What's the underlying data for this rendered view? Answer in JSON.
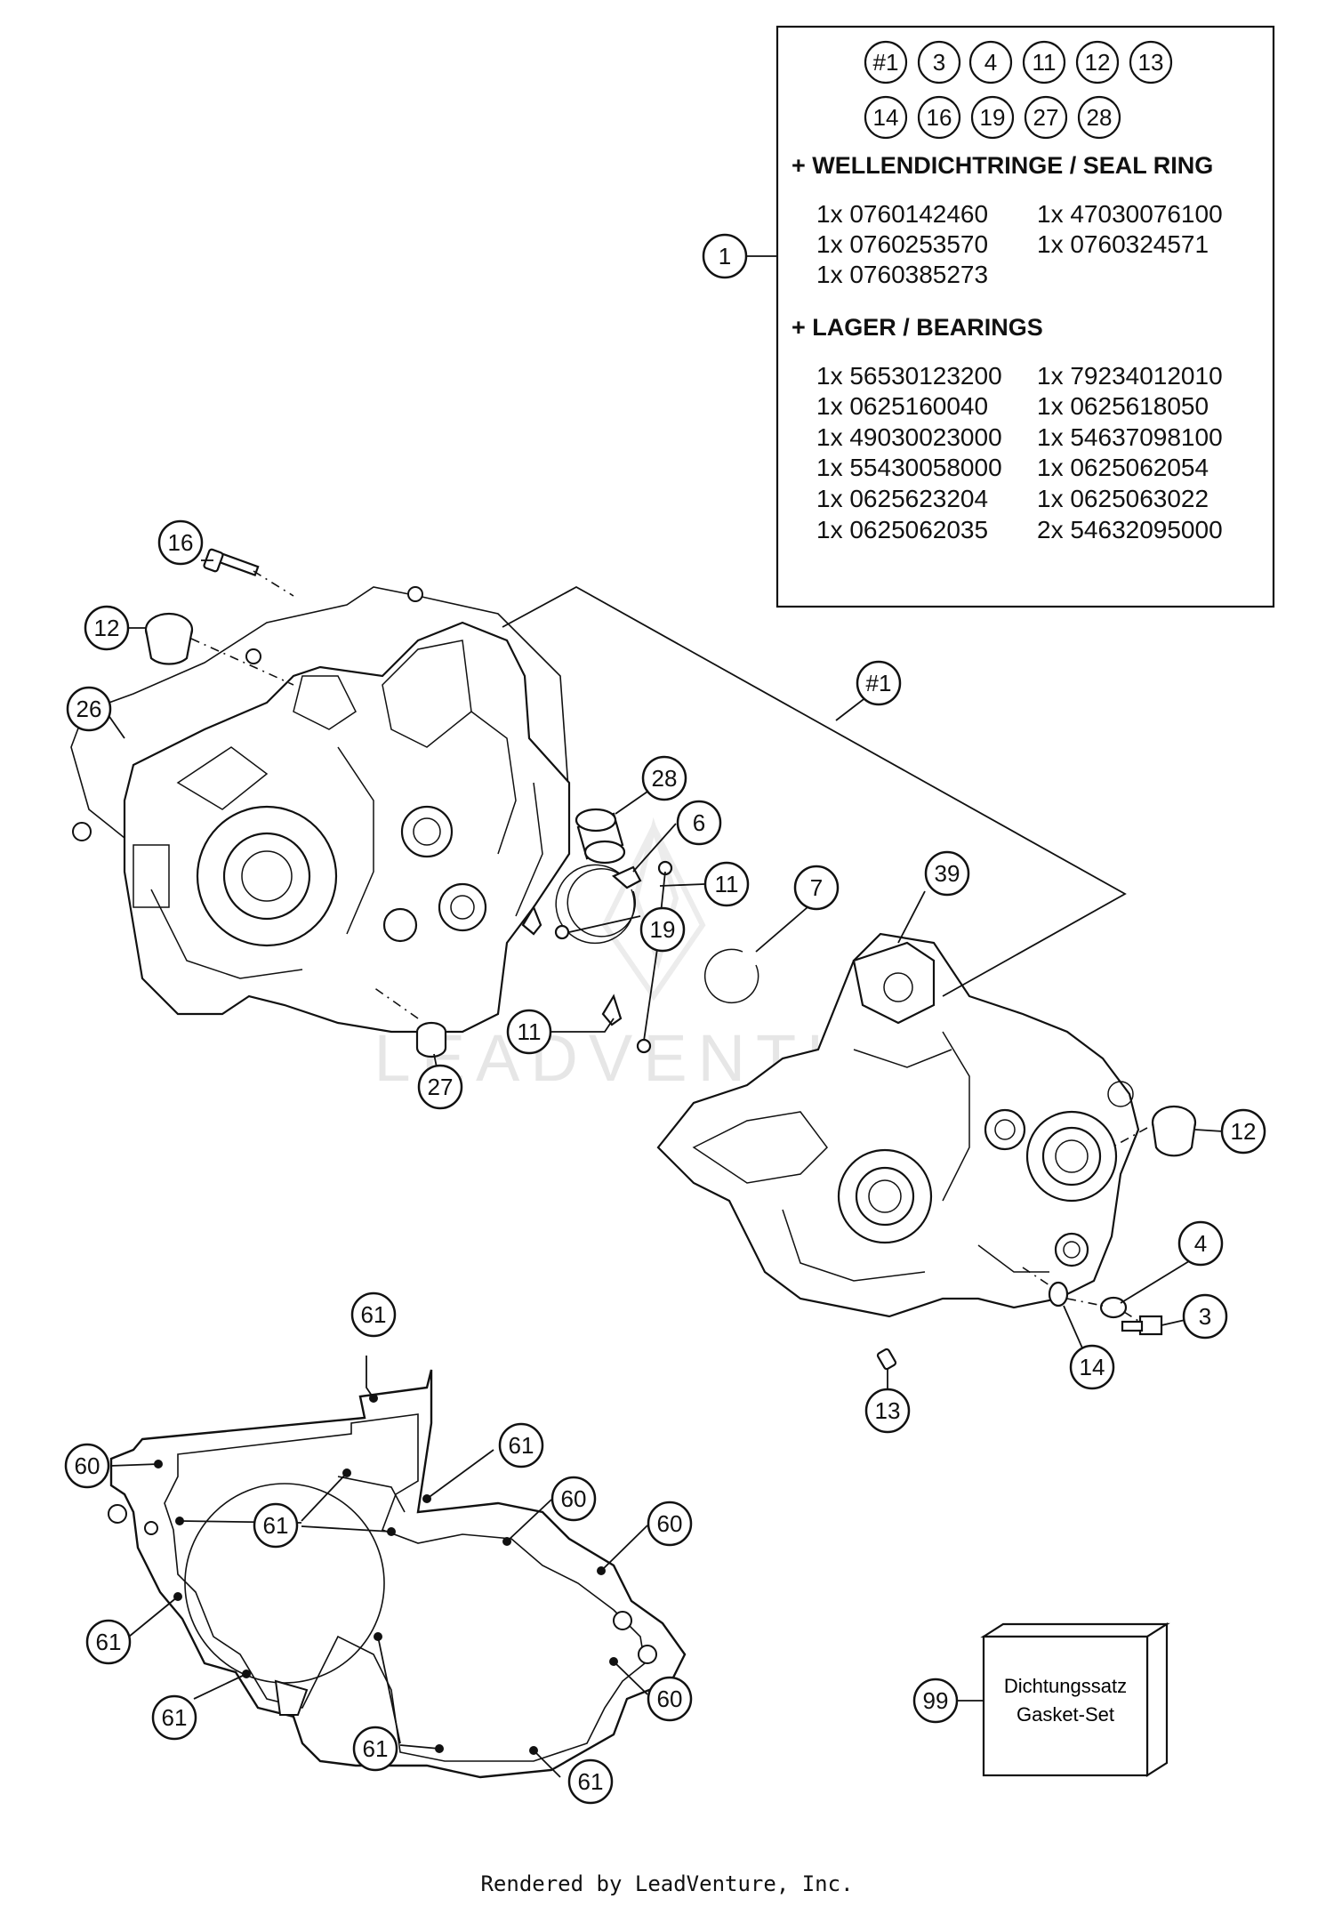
{
  "kit_box": {
    "included_row1": [
      "#1",
      "3",
      "4",
      "11",
      "12",
      "13"
    ],
    "included_row2": [
      "14",
      "16",
      "19",
      "27",
      "28"
    ],
    "seal_heading": "+ WELLENDICHTRINGE / SEAL RING",
    "seal_lines": [
      [
        "1x 0760142460",
        "1x 47030076100"
      ],
      [
        "1x 0760253570",
        "1x 0760324571"
      ],
      [
        "1x 0760385273",
        ""
      ]
    ],
    "bearing_heading": "+ LAGER / BEARINGS",
    "bearing_lines": [
      [
        "1x 56530123200",
        "1x 79234012010"
      ],
      [
        "1x 0625160040",
        "1x 0625618050"
      ],
      [
        "1x 49030023000",
        "1x 54637098100"
      ],
      [
        "1x 55430058000",
        "1x 0625062054"
      ],
      [
        "1x 0625623204",
        "1x 0625063022"
      ],
      [
        "1x 0625062035",
        "2x 54632095000"
      ]
    ]
  },
  "callouts": {
    "c1": "1",
    "c16": "16",
    "c12a": "12",
    "c26": "26",
    "c28": "28",
    "c6": "6",
    "c11a": "11",
    "c7": "7",
    "c39": "39",
    "c19": "19",
    "c11b": "11",
    "c27": "27",
    "c12b": "12",
    "c4": "4",
    "c3": "3",
    "c14": "14",
    "c13": "13",
    "c1b": "#1",
    "c61a": "61",
    "c60a": "60",
    "c61b": "61",
    "c61c": "61",
    "c60b": "60",
    "c60c": "60",
    "c61d": "61",
    "c61e": "61",
    "c61f": "61",
    "c60d": "60",
    "c61g": "61",
    "c99": "99"
  },
  "gasket_set": {
    "line1": "Dichtungssatz",
    "line2": "Gasket-Set"
  },
  "watermark": "LEADVENTURE",
  "footer": "Rendered by LeadVenture, Inc."
}
